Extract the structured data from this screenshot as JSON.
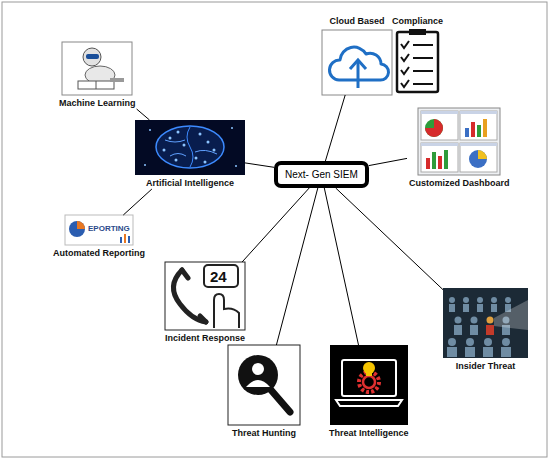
{
  "diagram": {
    "nodes": [
      {
        "text": [
          "Cloud Based"
        ]
      },
      {
        "text": [
          "Compliance"
        ]
      },
      {
        "text": [
          "Machine Learning"
        ]
      },
      {
        "text": [
          "Next- Gen SIEM"
        ]
      },
      {
        "text": [
          "Artificial Intelligence"
        ]
      },
      {
        "text": [
          "Customized Dashboard"
        ]
      },
      {
        "text": [
          "Automated Reporting"
        ]
      },
      {
        "text": [
          "Incident Response"
        ]
      },
      {
        "text": [
          "Insider Threat"
        ]
      },
      {
        "text": [
          "Threat Hunting"
        ]
      },
      {
        "text": [
          "Threat Intelligence"
        ]
      }
    ],
    "edges": [
      {
        "from": 3,
        "to": 0,
        "arrow": "none"
      },
      {
        "from": 3,
        "to": 4,
        "arrow": "none"
      },
      {
        "from": 3,
        "to": 5,
        "arrow": "none"
      },
      {
        "from": 4,
        "to": 2,
        "arrow": "none"
      },
      {
        "from": 4,
        "to": 6,
        "arrow": "none"
      },
      {
        "from": 3,
        "to": 7,
        "arrow": "none"
      },
      {
        "from": 3,
        "to": 9,
        "arrow": "none"
      },
      {
        "from": 3,
        "to": 10,
        "arrow": "none"
      },
      {
        "from": 3,
        "to": 8,
        "arrow": "none"
      }
    ],
    "labels": [
      "EPORTING",
      "24"
    ]
  }
}
